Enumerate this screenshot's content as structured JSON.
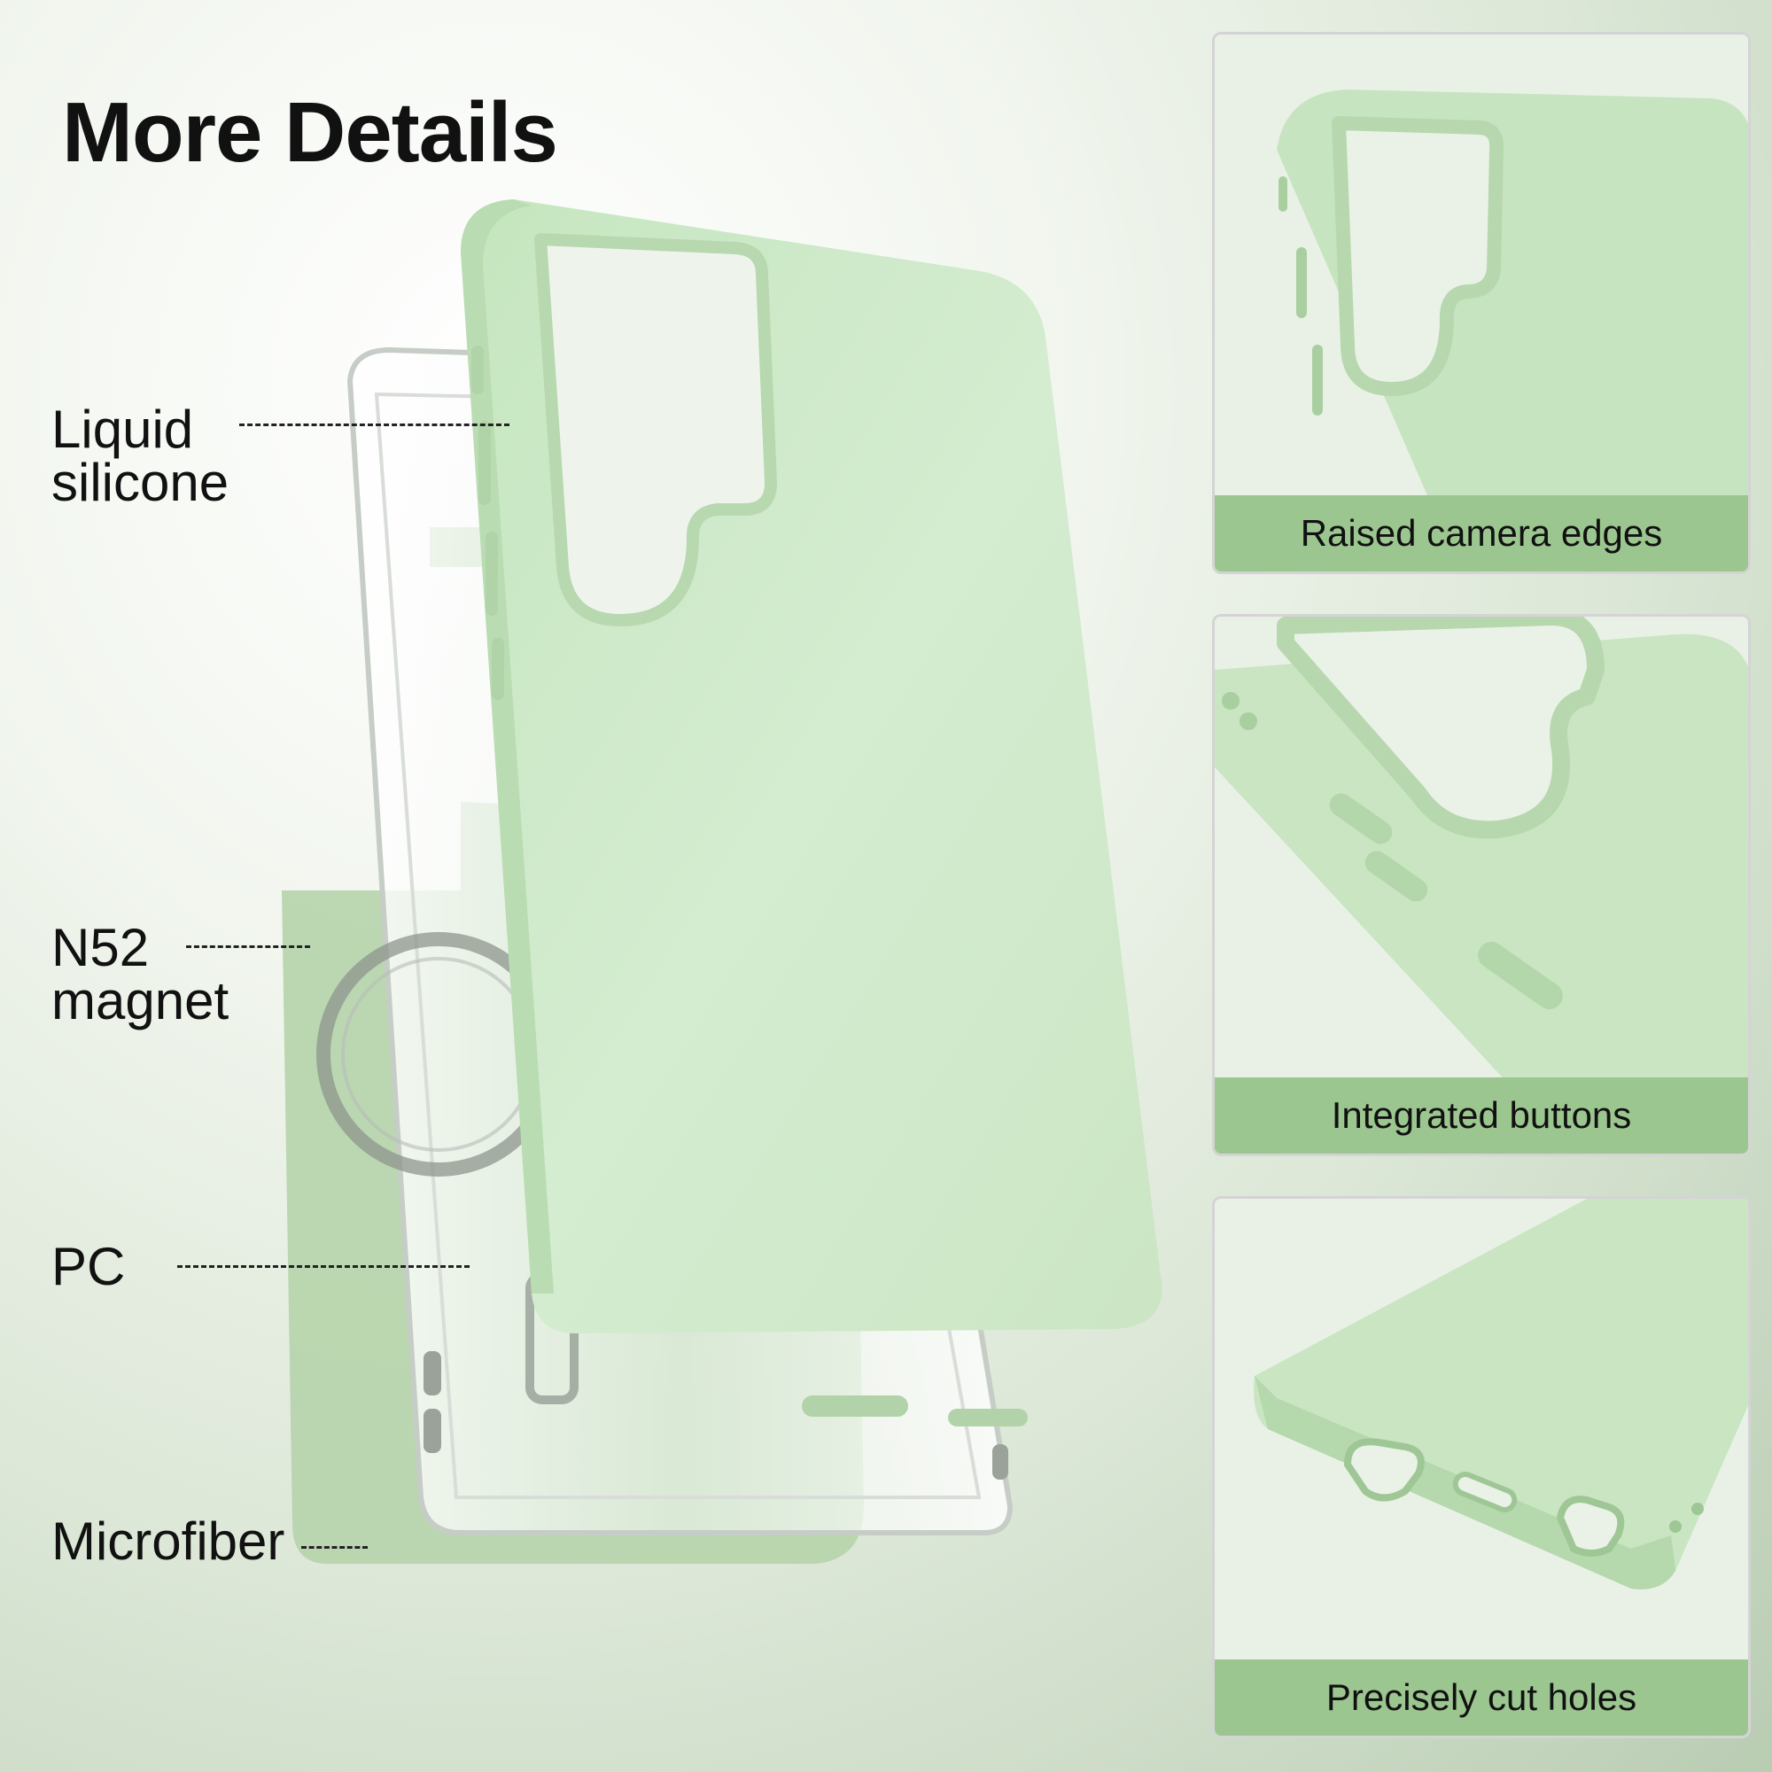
{
  "heading": "More Details",
  "layers": {
    "liquid_silicone": [
      "Liquid",
      "silicone"
    ],
    "n52_magnet": [
      "N52",
      "magnet"
    ],
    "pc": "PC",
    "microfiber": "Microfiber"
  },
  "features": [
    {
      "caption": "Raised camera edges"
    },
    {
      "caption": "Integrated buttons"
    },
    {
      "caption": "Precisely cut holes"
    }
  ],
  "colors": {
    "case_green": "#cfe9c9",
    "caption_green": "#9cc68f",
    "microfiber_green": "#b9d6b0"
  }
}
